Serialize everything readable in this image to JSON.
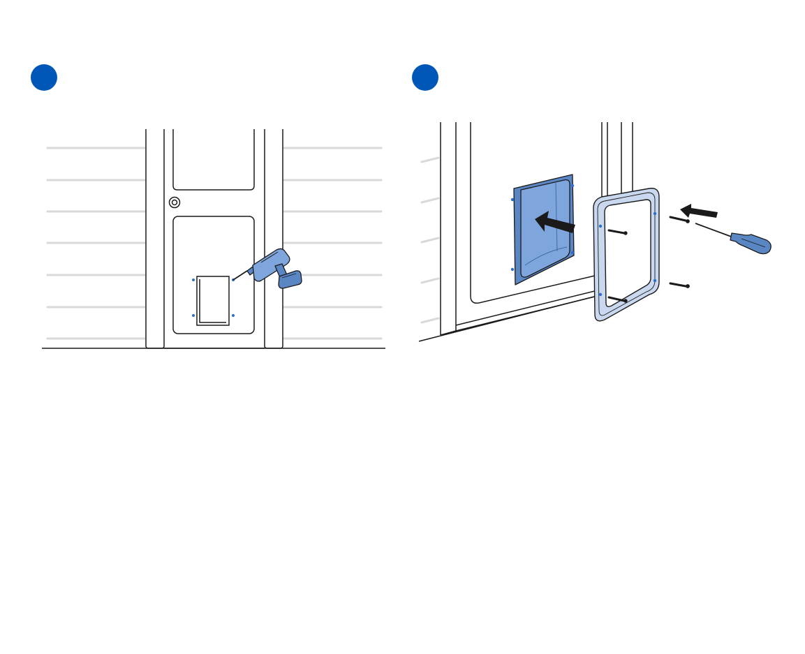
{
  "colors": {
    "badge": "#0057b8",
    "flap_fill": "#7ea6dc",
    "flap_dark": "#5a86c4",
    "frame_fill": "#c9d8ee",
    "screw_hole": "#2d6fc8",
    "siding": "#d9d9d9",
    "outline": "#1a1a1a"
  },
  "steps": [
    {
      "id": "step-1",
      "number": "",
      "depicts": [
        "door",
        "siding",
        "cutout-outline",
        "pilot-hole-marks",
        "cordless-drill"
      ],
      "icons": [
        "drill-icon"
      ]
    },
    {
      "id": "step-2",
      "number": "",
      "depicts": [
        "door",
        "siding",
        "flap-tunnel",
        "trim-frame",
        "screws",
        "screwdriver",
        "insert-arrows"
      ],
      "icons": [
        "screwdriver-icon",
        "arrow-icon"
      ]
    }
  ]
}
